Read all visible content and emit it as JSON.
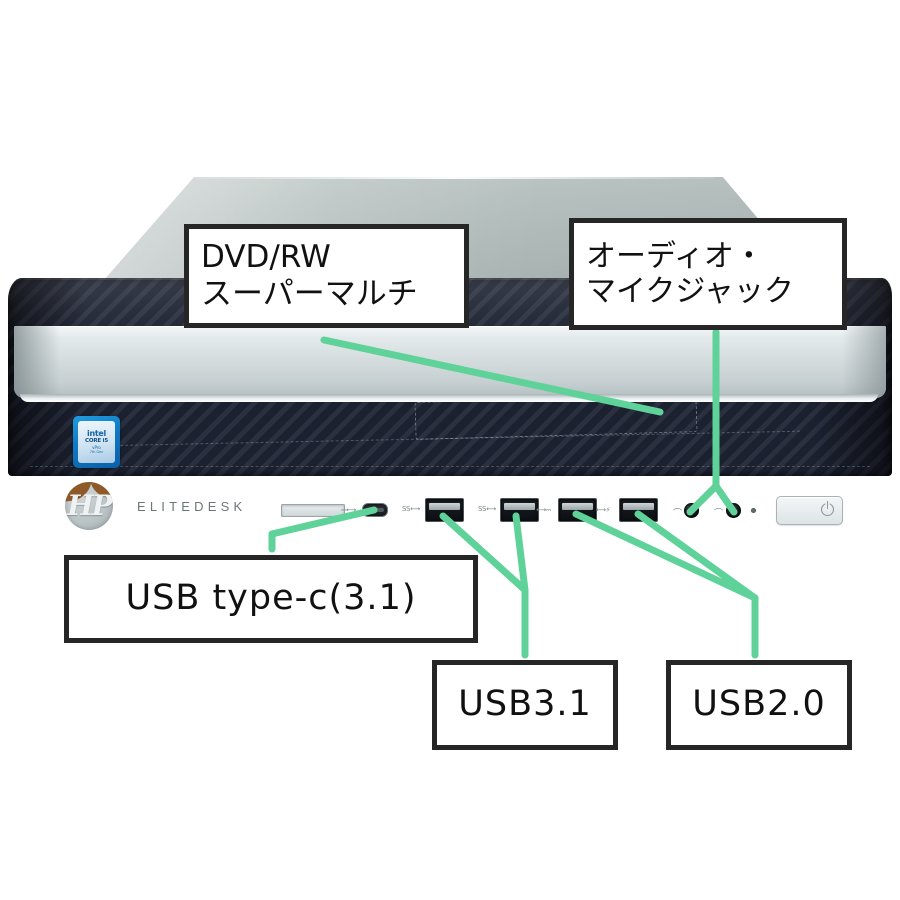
{
  "product": {
    "brand": "HP",
    "model_text": "ELITEDESK",
    "cpu_badge": {
      "brand": "intel",
      "line1": "CORE i5",
      "line2": "vPro",
      "line3": "7th Gen"
    }
  },
  "callouts": [
    {
      "id": "dvd",
      "name": "callout-dvd-rw",
      "lines": [
        "DVD/RW",
        "スーパーマルチ"
      ]
    },
    {
      "id": "audio",
      "name": "callout-audio-mic-jack",
      "lines": [
        "オーディオ・",
        "マイクジャック"
      ]
    },
    {
      "id": "usbc",
      "name": "callout-usb-type-c",
      "lines": [
        "USB type-c(3.1)"
      ]
    },
    {
      "id": "usb31",
      "name": "callout-usb-3-1",
      "lines": [
        "USB3.1"
      ]
    },
    {
      "id": "usb20",
      "name": "callout-usb-2-0",
      "lines": [
        "USB2.0"
      ]
    }
  ],
  "ports": {
    "card_reader_label": "card-reader-slot",
    "usb_c_icon": "usb-c-icon",
    "usb_ss_icon": "ss",
    "usb_icon": "usb-icon",
    "usb_charge_icon": "usb-charging-icon",
    "headphone_icon": "headphone-icon",
    "mic_icon": "microphone-icon",
    "power_icon": "power-icon"
  },
  "colors": {
    "leader_green": "#5FD299",
    "callout_border": "#262626",
    "callout_text": "#111111",
    "chassis_dark": "#1e2332",
    "chassis_silver": "#d4dcdd",
    "intel_blue": "#0f78c4",
    "background": "#ffffff"
  }
}
